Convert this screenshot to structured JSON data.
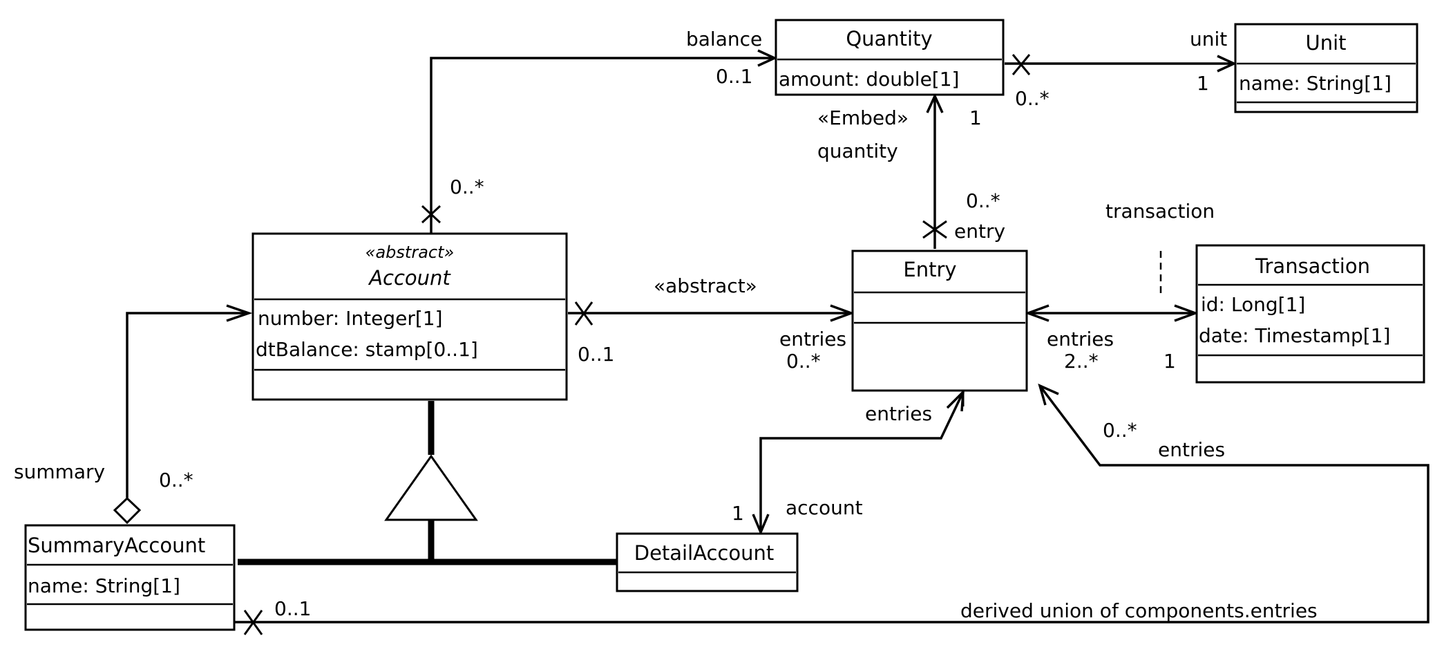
{
  "diagram": {
    "type": "UML class diagram",
    "classes": {
      "quantity": {
        "name": "Quantity",
        "attributes": [
          "amount: double[1]"
        ]
      },
      "unit": {
        "name": "Unit",
        "attributes": [
          "name: String[1]"
        ]
      },
      "account": {
        "stereotype": "«abstract»",
        "name": "Account",
        "attributes": [
          "number: Integer[1]",
          "dtBalance: stamp[0..1]"
        ]
      },
      "entry": {
        "name": "Entry",
        "attributes": []
      },
      "transaction": {
        "name": "Transaction",
        "attributes": [
          "id: Long[1]",
          "date: Timestamp[1]"
        ]
      },
      "summary_account": {
        "name": "SummaryAccount",
        "attributes": [
          "name: String[1]"
        ]
      },
      "detail_account": {
        "name": "DetailAccount",
        "attributes": []
      }
    },
    "associations": {
      "account_quantity": {
        "role": "balance",
        "target_mult": "0..1",
        "source_mult": "0..*"
      },
      "quantity_unit": {
        "role": "unit",
        "target_mult": "1",
        "source_mult": "0..*"
      },
      "entry_quantity": {
        "stereotype": "«Embed»",
        "role": "quantity",
        "target_mult": "1",
        "source_mult": "0..*",
        "source_role": "entry"
      },
      "account_entry": {
        "stereotype": "«abstract»",
        "source_mult": "0..1",
        "role": "entries",
        "target_mult": "0..*"
      },
      "entry_transaction": {
        "role_left": "entries",
        "mult_left": "2..*",
        "role_right": "transaction",
        "mult_right": "1"
      },
      "detail_entry": {
        "role_entries": "entries",
        "role_account": "account",
        "mult_account": "1"
      },
      "summary_account": {
        "role": "summary",
        "mult": "0..*"
      },
      "summary_entries": {
        "mult": "0..*",
        "role": "entries",
        "source_mult": "0..1",
        "note": "derived union of components.entries"
      }
    }
  }
}
